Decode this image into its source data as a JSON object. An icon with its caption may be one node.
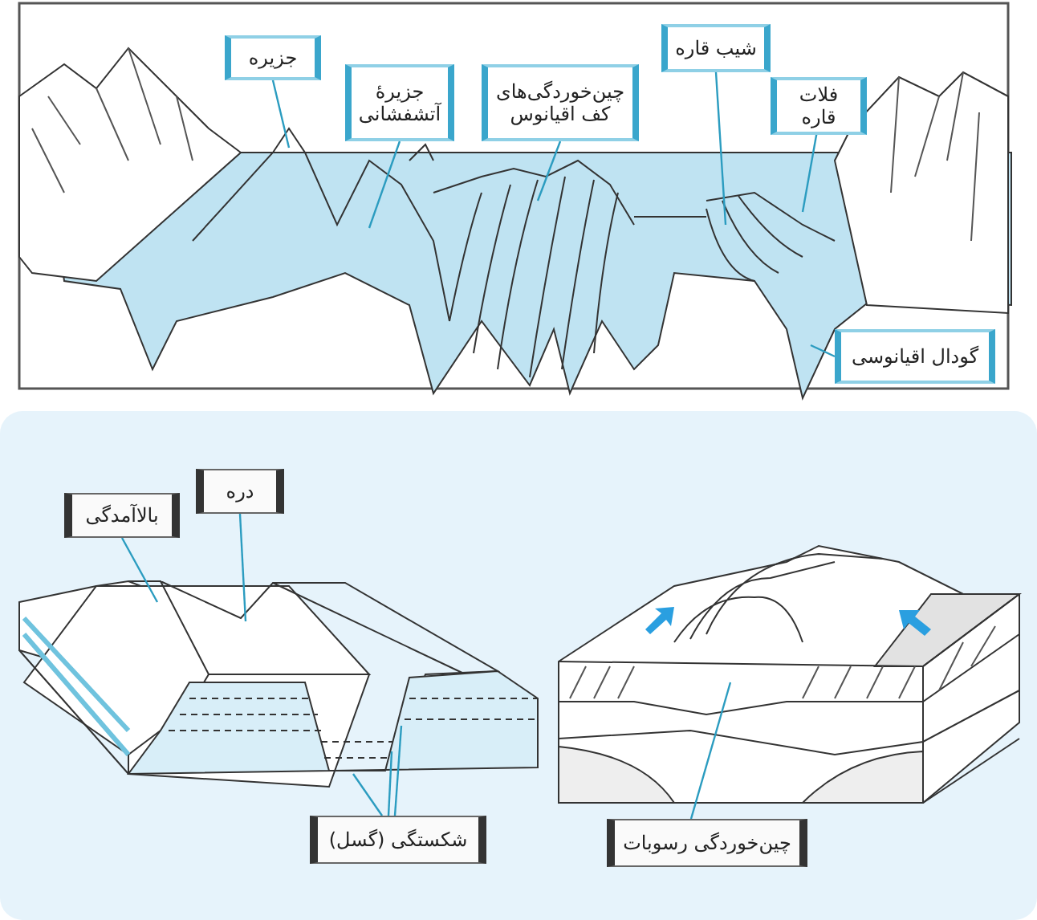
{
  "diagram": {
    "nodes": [
      {
        "text": [
          "جزیره"
        ]
      },
      {
        "text": [
          "جزیرهٔ آتشفشانی"
        ]
      },
      {
        "text": [
          "چین‌خوردگی‌های کف اقیانوس"
        ]
      },
      {
        "text": [
          "شیب قاره"
        ]
      },
      {
        "text": [
          "فلات قاره"
        ]
      },
      {
        "text": [
          "گودال اقیانوسی"
        ]
      },
      {
        "text": [
          "بالاآمدگی"
        ]
      },
      {
        "text": [
          "دره"
        ]
      },
      {
        "text": [
          "شکستگی (گسل)"
        ]
      },
      {
        "text": [
          "چین‌خوردگی رسوبات"
        ]
      }
    ],
    "edges": [
      {
        "from": 0,
        "to": null,
        "arrow": "none"
      },
      {
        "from": 1,
        "to": null,
        "arrow": "none"
      },
      {
        "from": 2,
        "to": null,
        "arrow": "none"
      },
      {
        "from": 3,
        "to": null,
        "arrow": "none"
      },
      {
        "from": 4,
        "to": null,
        "arrow": "none"
      },
      {
        "from": 5,
        "to": null,
        "arrow": "none"
      },
      {
        "from": 6,
        "to": null,
        "arrow": "none"
      },
      {
        "from": 7,
        "to": null,
        "arrow": "none"
      },
      {
        "from": 8,
        "to": null,
        "arrow": "none"
      },
      {
        "from": 8,
        "to": null,
        "arrow": "none"
      },
      {
        "from": 8,
        "to": null,
        "arrow": "none"
      },
      {
        "from": 9,
        "to": null,
        "arrow": "none"
      }
    ]
  }
}
